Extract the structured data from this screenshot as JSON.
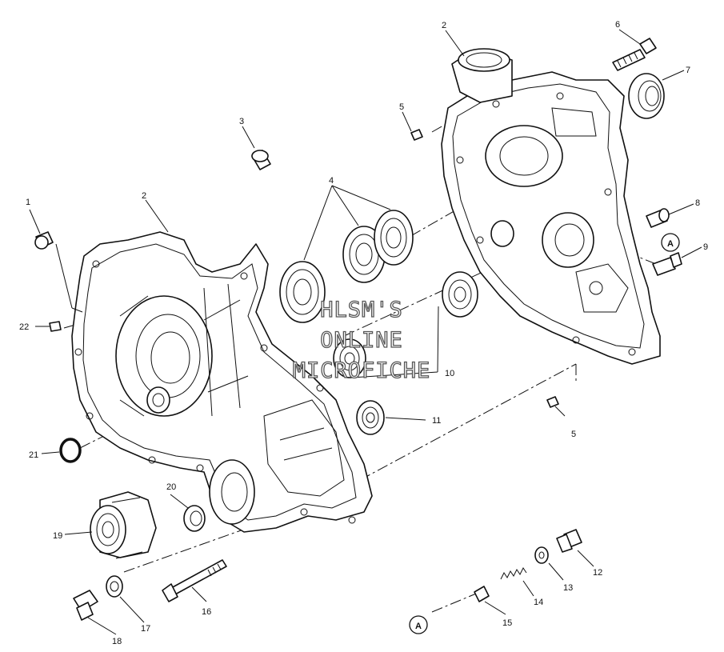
{
  "diagram": {
    "part_numbers": [
      "1",
      "2",
      "2",
      "3",
      "4",
      "5",
      "5",
      "6",
      "7",
      "8",
      "9",
      "10",
      "11",
      "12",
      "13",
      "14",
      "15",
      "16",
      "17",
      "18",
      "19",
      "20",
      "21",
      "22"
    ],
    "reference_markers": [
      "A",
      "A"
    ],
    "watermark": [
      "HLSM'S",
      "ONLINE",
      "MICROFICHE"
    ]
  },
  "colors": {
    "line": "#111111",
    "background": "#ffffff",
    "watermark_outline": "#555555"
  }
}
